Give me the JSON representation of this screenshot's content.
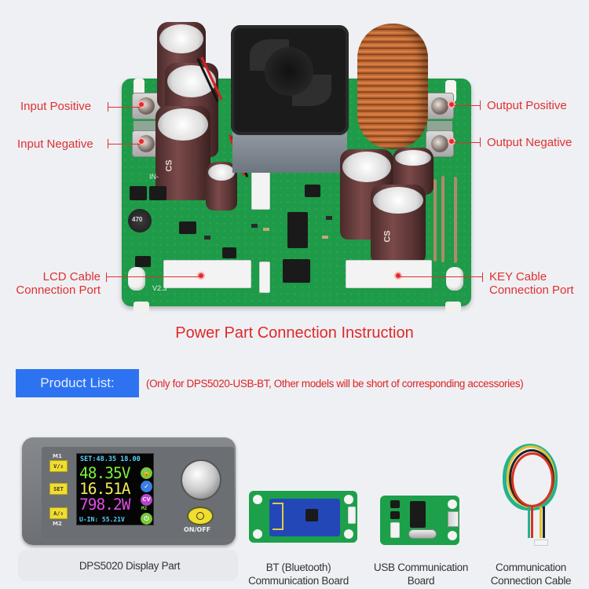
{
  "power_part": {
    "callouts": {
      "input_positive": "Input Positive",
      "input_negative": "Input Negative",
      "output_positive": "Output Positive",
      "output_negative": "Output Negative",
      "lcd_cable_line1": "LCD Cable",
      "lcd_cable_line2": "Connection Port",
      "key_cable_line1": "KEY Cable",
      "key_cable_line2": "Connection Port"
    },
    "board_marks": {
      "inductor_small": "470",
      "cap_label": "CS",
      "version": "V2.3",
      "in_minus": "IN-"
    },
    "title": "Power Part Connection Instruction"
  },
  "product_list": {
    "button_label": "Product List:",
    "note": "(Only for DPS5020-USB-BT, Other models will be short of corresponding accessories)"
  },
  "display_part": {
    "keys": {
      "m1": "M1",
      "v_key": "V/⇕",
      "set_key": "SET",
      "a_key": "A/⇕",
      "m2": "M2"
    },
    "lcd": {
      "set_line": "SET:48.35 18.00",
      "voltage": "48.35V",
      "current": "16.51A",
      "power": "798.2W",
      "uin_line": "U-IN: 55.21V",
      "cv_badge": "CV",
      "m2_badge": "M2"
    },
    "power_button_label": "ON/OFF"
  },
  "colors": {
    "accent_red": "#e03030",
    "button_blue": "#2d73f1",
    "lcd_voltage": "#7cf03a",
    "lcd_current": "#f2ec5a",
    "lcd_power": "#e04ce6",
    "lcd_info": "#5cd0ff"
  },
  "captions": {
    "display": "DPS5020 Display Part",
    "bt_line1": "BT (Bluetooth)",
    "bt_line2": "Communication Board",
    "usb_line1": "USB Communication",
    "usb_line2": "Board",
    "cable_line1": "Communication",
    "cable_line2": "Connection Cable"
  }
}
